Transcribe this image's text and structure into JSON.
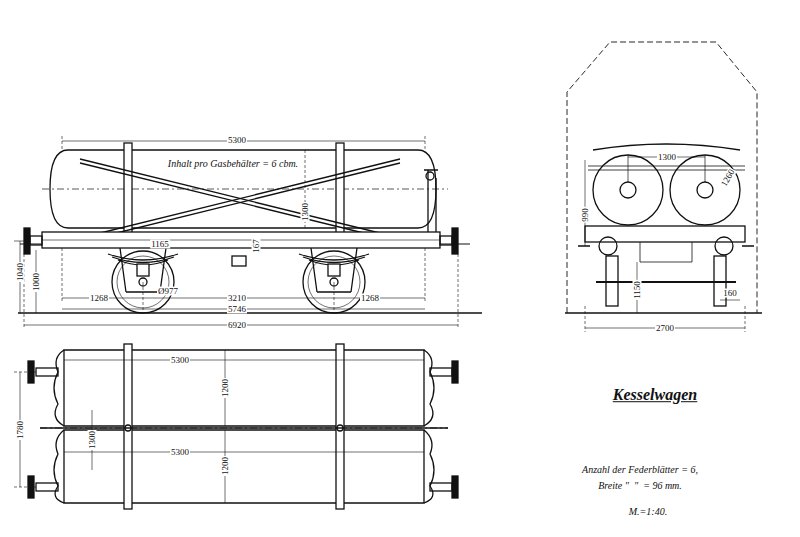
{
  "diagram": {
    "title": "Kesselwagen",
    "labels": [
      "5300",
      "Inhalt pro Gasbehälter = 6 cbm.",
      "1300",
      "1165",
      "167",
      "Ø977",
      "1040",
      "1000",
      "1268",
      "3210",
      "1268",
      "5746",
      "6920",
      "5300",
      "5300",
      "1200",
      "1200",
      "1780",
      "1300",
      "1300",
      "1260",
      "990",
      "1150",
      "160",
      "2700",
      "Anzahl der Federblätter = 6,",
      "Breite \"  \"  = 96 mm.",
      "M.=1:40."
    ]
  }
}
